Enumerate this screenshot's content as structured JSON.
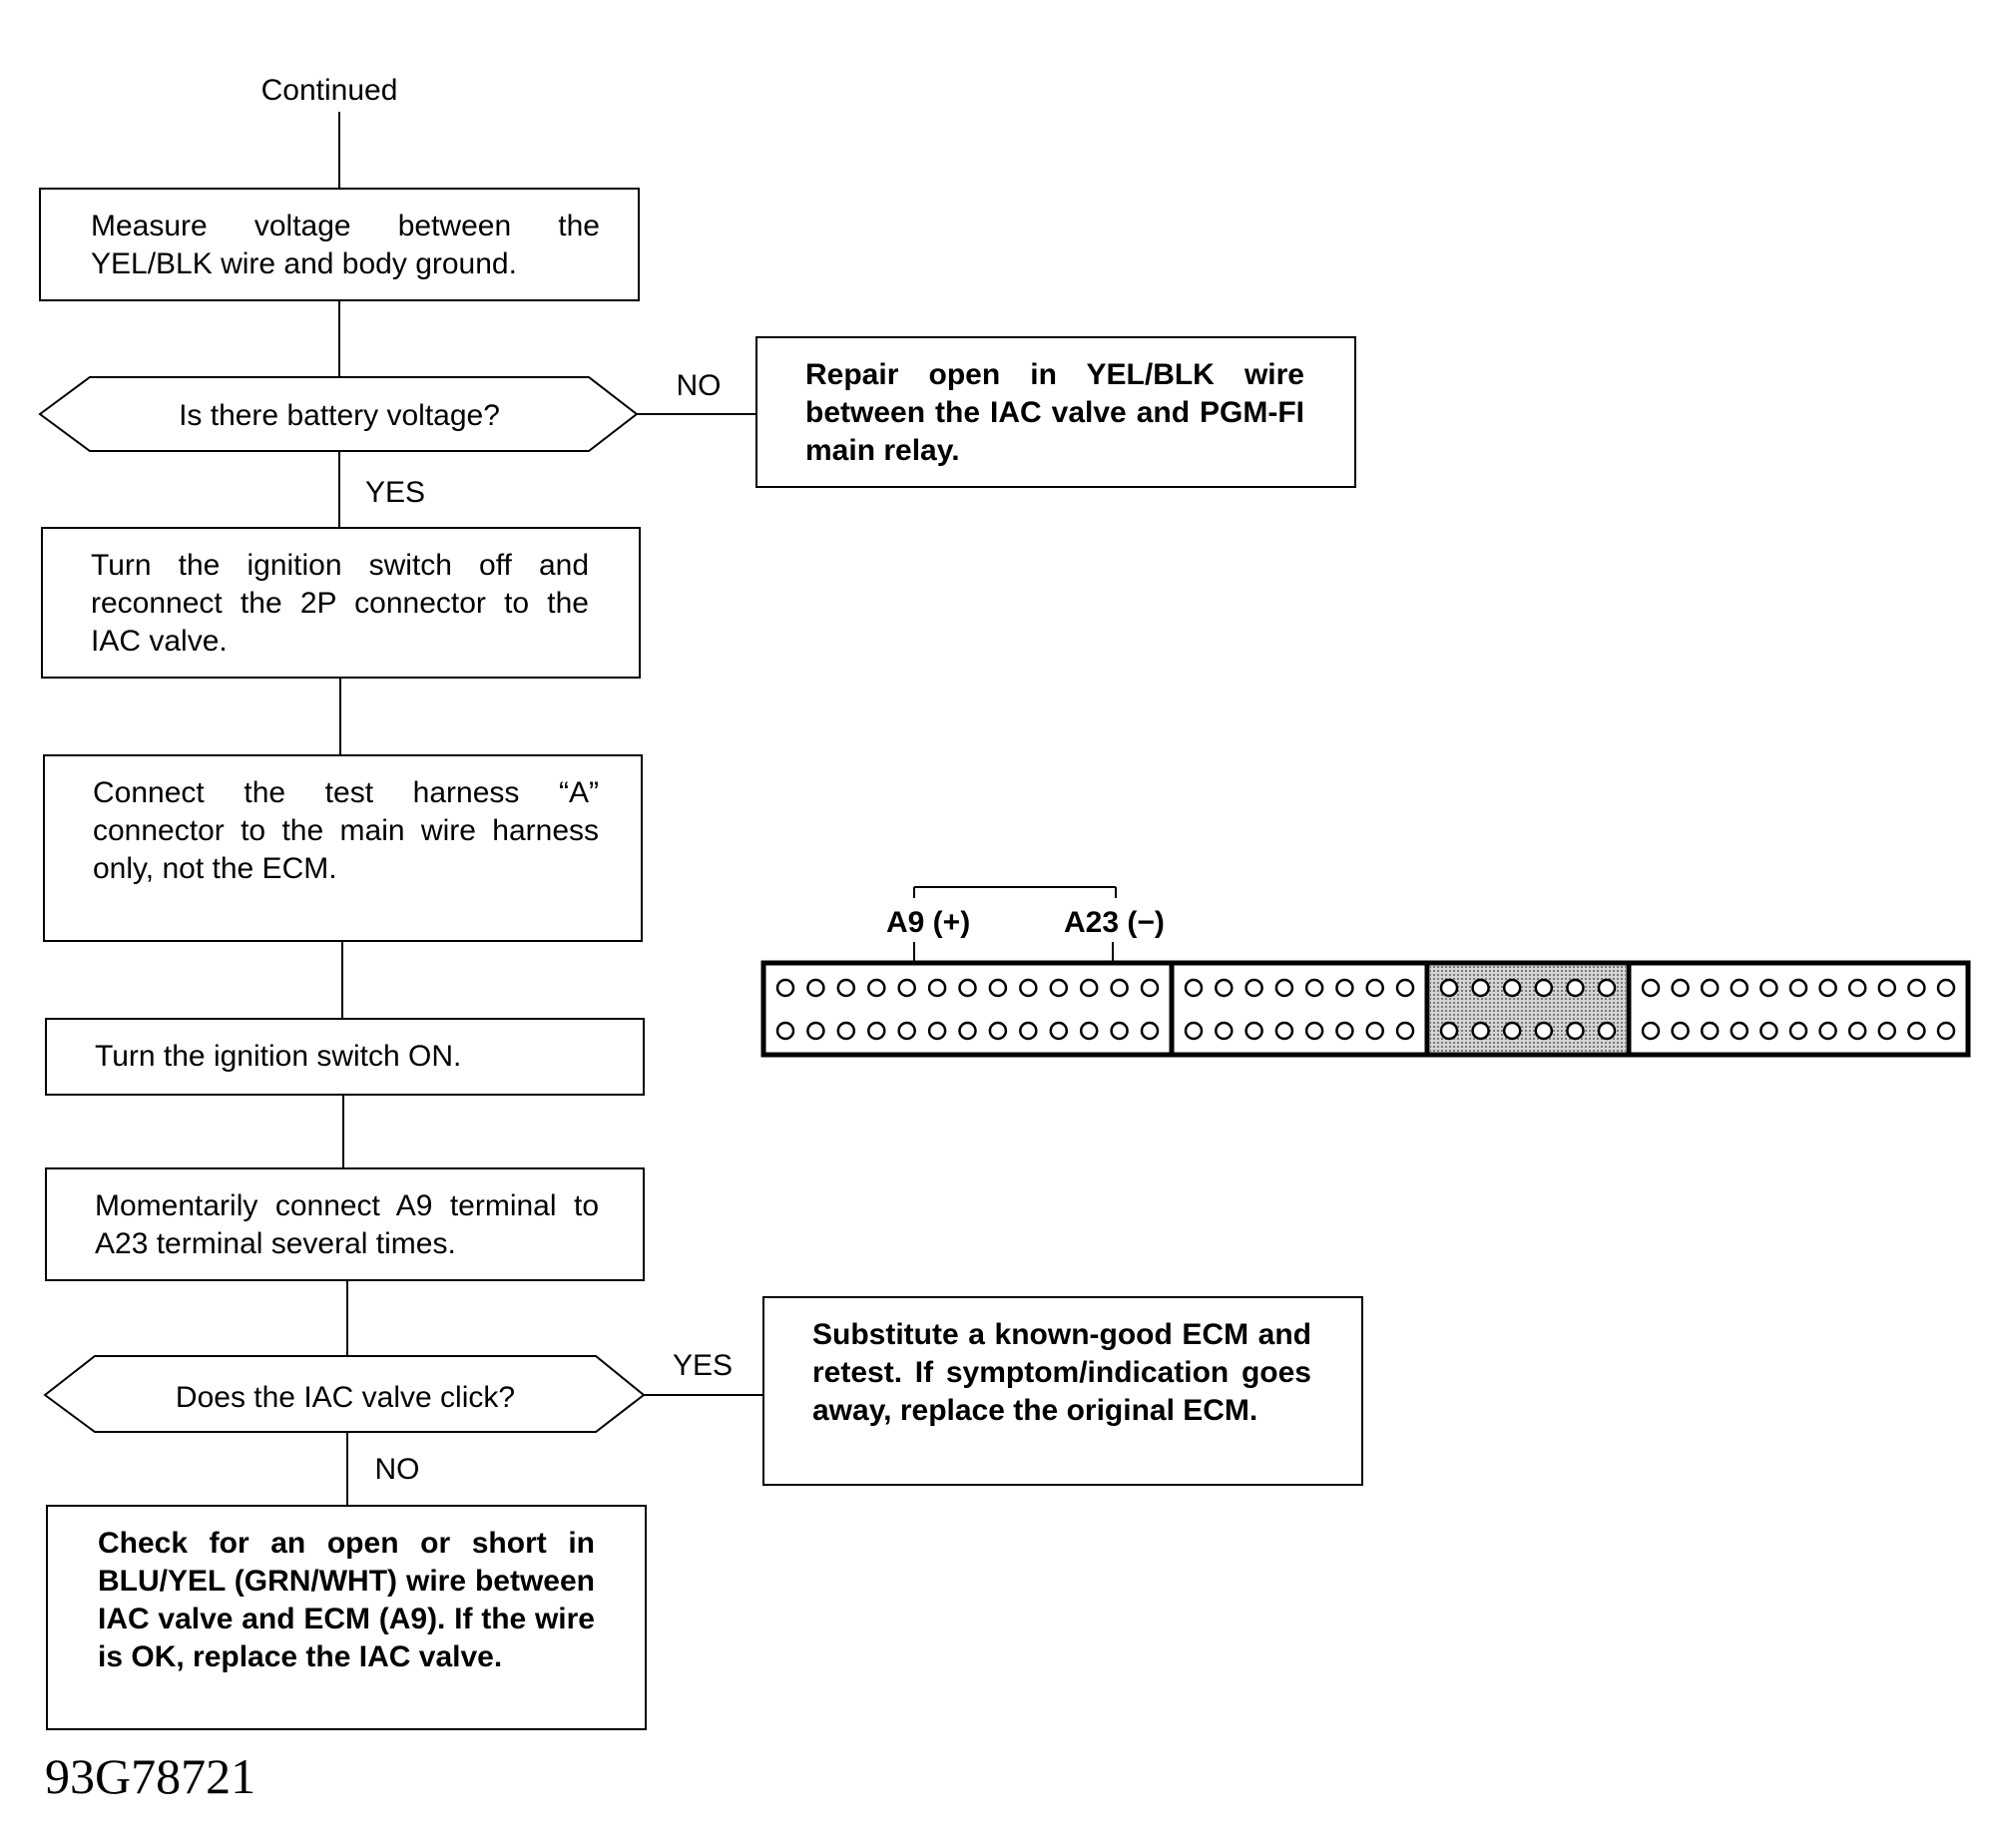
{
  "flowchart": {
    "continued_label": "Continued",
    "step_measure_voltage": "Measure voltage between the YEL/BLK wire and body ground.",
    "decision_battery_voltage": "Is there battery voltage?",
    "no_label_1": "NO",
    "repair_open_wire": "Repair open in YEL/BLK wire between the IAC valve and PGM-FI main relay.",
    "yes_label_1": "YES",
    "step_reconnect_connector": "Turn the ignition switch off and reconnect the 2P connector to the IAC valve.",
    "step_connect_test_harness": "Connect the test harness “A” connector to the main wire harness only, not the ECM.",
    "step_ignition_on": "Turn the ignition switch ON.",
    "step_connect_terminals": "Momentarily connect A9 terminal to A23 terminal several times.",
    "decision_iac_click": "Does the IAC valve click?",
    "yes_label_2": "YES",
    "substitute_ecm": "Substitute a known-good ECM and retest. If symptom/indication goes away, replace the original ECM.",
    "no_label_2": "NO",
    "check_open_short": "Check for an open or short in BLU/YEL (GRN/WHT) wire between IAC valve and ECM (A9). If the wire is OK, replace the IAC valve."
  },
  "connector": {
    "terminal_a9_label": "A9 (+)",
    "terminal_a23_label": "A23 (−)",
    "section_pin_counts": [
      13,
      8,
      6,
      11
    ],
    "shaded_section_index": 2,
    "shade_color": "#c8c8c8"
  },
  "diagram_code": "93G78721"
}
